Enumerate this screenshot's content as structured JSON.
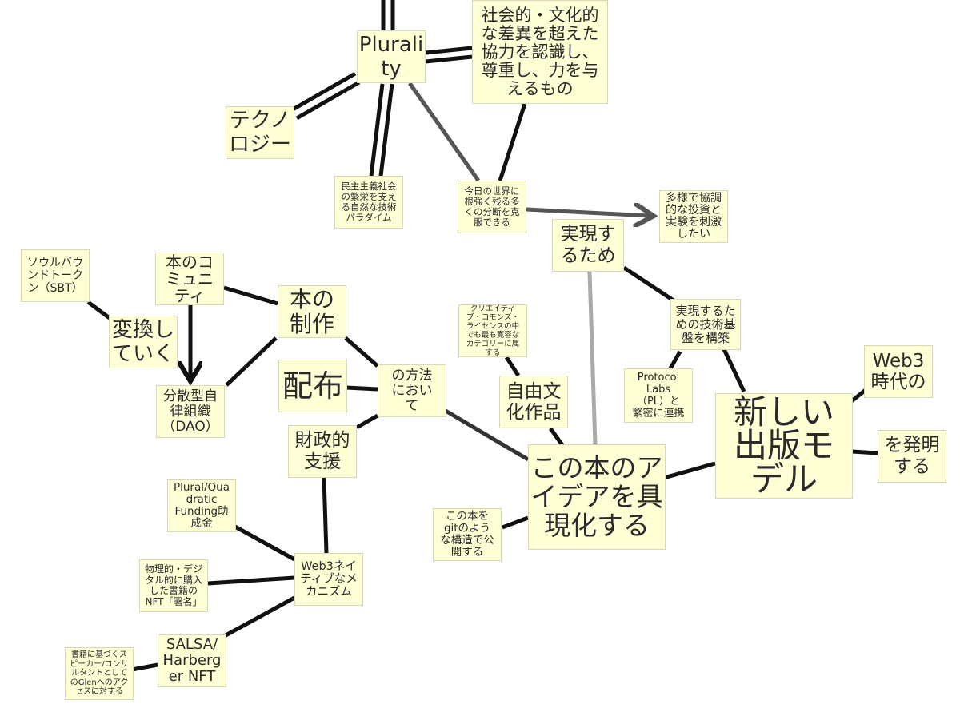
{
  "colors": {
    "note_fill": "#ffffd6",
    "note_border": "#d8d8b8",
    "link_black": "#111111",
    "link_dark_gray": "#555555",
    "link_gray": "#999999",
    "link_light_gray": "#aaaaaa"
  },
  "nodes": {
    "plurality": "Plurali\nty",
    "shakaiteki": "社会的・文化的\nな差異を超えた\n協力を認識し、\n尊重し、力を与\nえるもの",
    "technology": "テクノ\nロジー",
    "minshushugi": "民主主義社会\nの繁栄を支え\nる自然な技術\nパラダイム",
    "kyou_no_sekai": "今日の世界に\n根強く残る多\nくの分断を克\n服できる",
    "tayou": "多様で協調\n的な投資と\n実験を刺激\nしたい",
    "jitsugen": "実現す\nるため",
    "soulbound": "ソウルバウ\nンドトーク\nン（SBT）",
    "hon_community": "本のコ\nミュニ\nティ",
    "hon_seisaku": "本の\n制作",
    "henkan": "変換し\nていく",
    "haifu": "配布",
    "houhou": "の方法\nにおい\nて",
    "dao": "分散型自\n律組織\n（DAO）",
    "creative_commons": "クリエイティ\nブ・コモンズ・\nライセンスの中\nでも最も寛容な\nカテゴリーに属\nする",
    "jiyu_bunka": "自由文\n化作品",
    "jitsugen_kiban": "実現するた\nめの技術基\n盤を構築",
    "protocol_labs": "Protocol\nLabs\n（PL）と\n緊密に連携",
    "web3_jidai": "Web3\n時代の",
    "atarashii": "新しい\n出版モ\nデル",
    "hatsumei": "を発明\nする",
    "zaisei": "財政的\n支援",
    "plural_qf": "Plural/Qua\ndratic\nFunding助\n成金",
    "kono_hon_idea": "この本のア\nイデアを具\n現化する",
    "git": "この本を\ngitのよう\nな構造で公\n開する",
    "web3_native": "Web3ネイ\nティブなメ\nカニズム",
    "butsuri": "物理的・デジ\nタル的に購入\nした書籍の\nNFT「署名」",
    "salsa": "SALSA/\nHarberg\ner NFT",
    "shoseki": "書籍に基づくス\nピーカー/コンサ\nルタントとして\nのGlenへのアク\nセスに対する"
  }
}
